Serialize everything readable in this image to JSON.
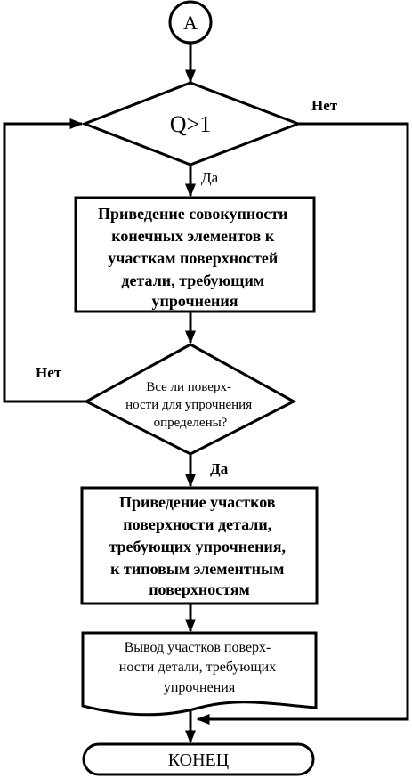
{
  "connector": {
    "label": "A"
  },
  "decision1": {
    "text": "Q>1",
    "yes_label": "Да",
    "no_label": "Нет"
  },
  "process1": {
    "lines": [
      "Приведение совокупности",
      "конечных элементов к",
      "участкам поверхностей",
      "детали, требующим",
      "упрочнения"
    ]
  },
  "decision2": {
    "lines": [
      "Все ли поверх-",
      "ности для упрочнения",
      "определены?"
    ],
    "yes_label": "Да",
    "no_label": "Нет"
  },
  "process2": {
    "lines": [
      "Приведение участков",
      "поверхности детали,",
      "требующих упрочнения,",
      "к типовым элементным",
      "поверхностям"
    ]
  },
  "document": {
    "lines": [
      "Вывод участков поверх-",
      "ности детали, требующих",
      "упрочнения"
    ]
  },
  "terminator": {
    "label": "КОНЕЦ"
  }
}
